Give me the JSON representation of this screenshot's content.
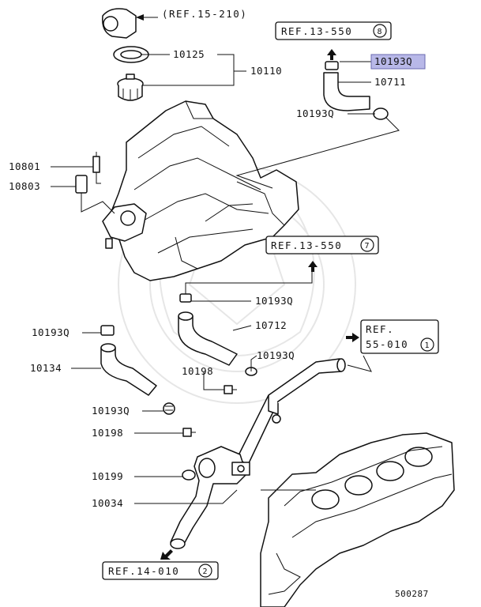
{
  "diagram": {
    "ref_top": "(REF.15-210)",
    "ref_13_550_8": {
      "text": "REF.13-550",
      "circled": "8"
    },
    "ref_13_550_7": {
      "text": "REF.13-550",
      "circled": "7"
    },
    "ref_55_010_1": {
      "line1": "REF.",
      "line2": "55-010",
      "circled": "1"
    },
    "ref_14_010_2": {
      "text": "REF.14-010",
      "circled": "2"
    },
    "part_labels": {
      "p10125": "10125",
      "p10110": "10110",
      "p10193Q_highlight": "10193Q",
      "p10711": "10711",
      "p10193Q_a": "10193Q",
      "p10801": "10801",
      "p10803": "10803",
      "p10193Q_b": "10193Q",
      "p10193Q_c": "10193Q",
      "p10712": "10712",
      "p10193Q_d": "10193Q",
      "p10134": "10134",
      "p10198_a": "10198",
      "p10193Q_e": "10193Q",
      "p10198_b": "10198",
      "p10199": "10199",
      "p10034": "10034"
    },
    "diagram_number": "500287",
    "highlight_color": "#b8b8e8"
  }
}
